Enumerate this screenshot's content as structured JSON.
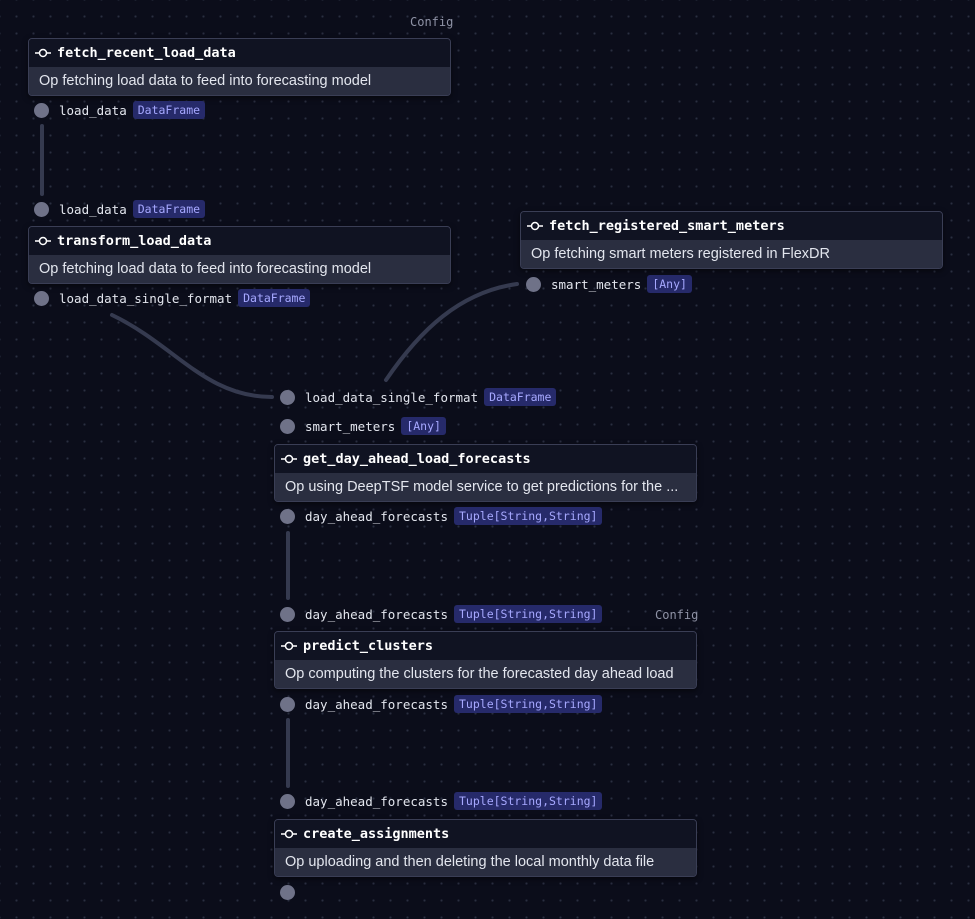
{
  "nodes": {
    "fetch_recent": {
      "title": "fetch_recent_load_data",
      "description": "Op fetching load data to feed into forecasting model",
      "config": "Config",
      "output": {
        "name": "load_data",
        "type": "DataFrame"
      }
    },
    "transform": {
      "title": "transform_load_data",
      "description": "Op fetching load data to feed into forecasting model",
      "input": {
        "name": "load_data",
        "type": "DataFrame"
      },
      "output": {
        "name": "load_data_single_format",
        "type": "DataFrame"
      }
    },
    "fetch_meters": {
      "title": "fetch_registered_smart_meters",
      "description": "Op fetching smart meters registered in FlexDR",
      "output": {
        "name": "smart_meters",
        "type": "[Any]"
      }
    },
    "forecasts": {
      "title": "get_day_ahead_load_forecasts",
      "description": "Op using DeepTSF model service to get predictions for the ...",
      "inputs": [
        {
          "name": "load_data_single_format",
          "type": "DataFrame"
        },
        {
          "name": "smart_meters",
          "type": "[Any]"
        }
      ],
      "output": {
        "name": "day_ahead_forecasts",
        "type": "Tuple[String,String]"
      }
    },
    "clusters": {
      "title": "predict_clusters",
      "description": "Op computing the clusters for the forecasted day ahead load",
      "config": "Config",
      "input": {
        "name": "day_ahead_forecasts",
        "type": "Tuple[String,String]"
      },
      "output": {
        "name": "day_ahead_forecasts",
        "type": "Tuple[String,String]"
      }
    },
    "assignments": {
      "title": "create_assignments",
      "description": "Op uploading and then deleting the local monthly data file",
      "input": {
        "name": "day_ahead_forecasts",
        "type": "Tuple[String,String]"
      }
    }
  },
  "colors": {
    "background": "#0b0d1a",
    "node": "#15182a",
    "description_bar": "#2a2e40",
    "port_dot": "#6f7288",
    "type_badge_bg": "#262a6a",
    "type_badge_text": "#a6a8ff",
    "edge": "#353a4f"
  },
  "icons": {
    "op": "op-circle-icon"
  }
}
